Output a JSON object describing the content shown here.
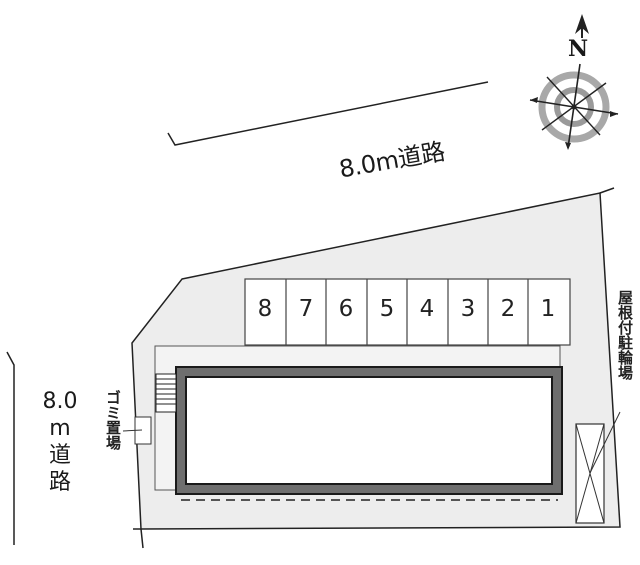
{
  "roads": {
    "top": {
      "label": "8.0m道路",
      "width_m": "8.0"
    },
    "left": {
      "line1": "8.0",
      "line2": "m",
      "line3": "道",
      "line4": "路"
    }
  },
  "compass": {
    "label": "N",
    "icon": "north-arrow-compass-icon"
  },
  "parking": {
    "slots": [
      {
        "number": "8"
      },
      {
        "number": "7"
      },
      {
        "number": "6"
      },
      {
        "number": "5"
      },
      {
        "number": "4"
      },
      {
        "number": "3"
      },
      {
        "number": "2"
      },
      {
        "number": "1"
      }
    ]
  },
  "facilities": {
    "garbage": {
      "label": "ゴミ置場"
    },
    "bicycle": {
      "label": "屋根付駐輪場"
    }
  },
  "colors": {
    "lot_fill": "#ededed",
    "building_wall": "#6e6e6e",
    "outline": "#222222",
    "compass_ring": "#9a9a9a"
  }
}
